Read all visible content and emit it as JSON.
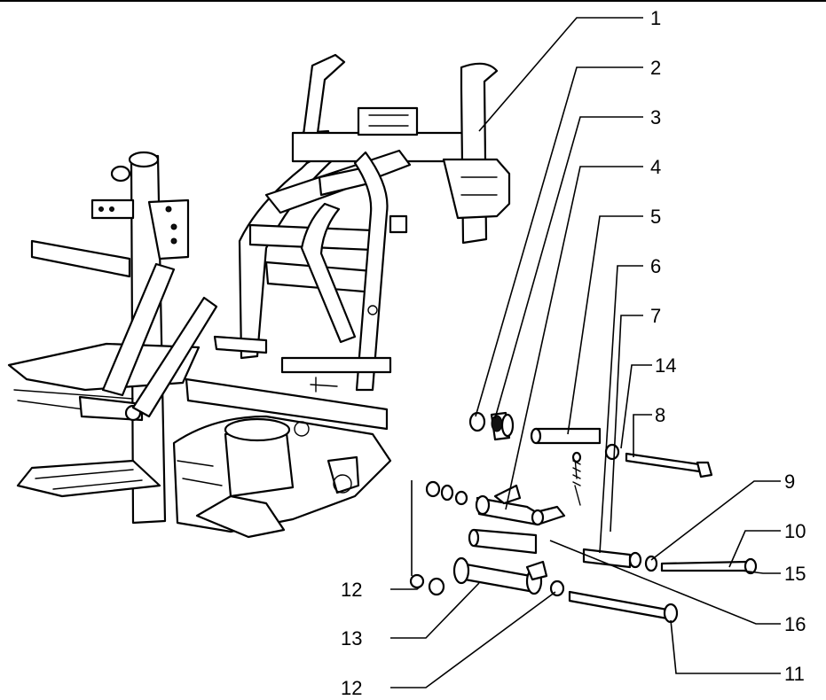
{
  "callouts": [
    {
      "id": "1",
      "label": "1"
    },
    {
      "id": "2",
      "label": "2"
    },
    {
      "id": "3",
      "label": "3"
    },
    {
      "id": "4",
      "label": "4"
    },
    {
      "id": "5",
      "label": "5"
    },
    {
      "id": "6",
      "label": "6"
    },
    {
      "id": "7",
      "label": "7"
    },
    {
      "id": "14",
      "label": "14"
    },
    {
      "id": "8",
      "label": "8"
    },
    {
      "id": "9",
      "label": "9"
    },
    {
      "id": "10",
      "label": "10"
    },
    {
      "id": "15",
      "label": "15"
    },
    {
      "id": "12a",
      "label": "12"
    },
    {
      "id": "16",
      "label": "16"
    },
    {
      "id": "13",
      "label": "13"
    },
    {
      "id": "11",
      "label": "11"
    },
    {
      "id": "12b",
      "label": "12"
    }
  ]
}
